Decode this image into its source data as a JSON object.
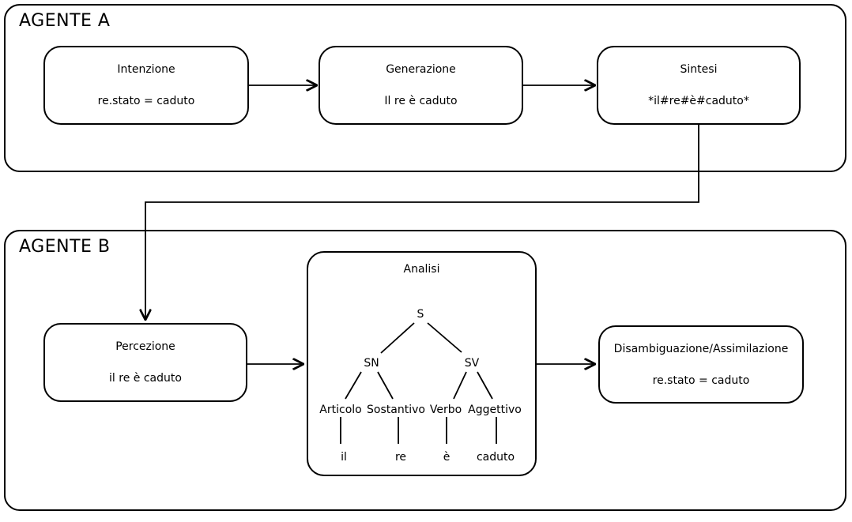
{
  "diagram": {
    "background_color": "#ffffff",
    "line_color": "#000000"
  },
  "agent_a": {
    "label": "AGENTE A",
    "intenzione": {
      "title": "Intenzione",
      "value": "re.stato = caduto"
    },
    "generazione": {
      "title": "Generazione",
      "value": "Il re è caduto"
    },
    "sintesi": {
      "title": "Sintesi",
      "value": "*il#re#è#caduto*"
    }
  },
  "agent_b": {
    "label": "AGENTE B",
    "percezione": {
      "title": "Percezione",
      "value": "il re è caduto"
    },
    "analisi": {
      "title": "Analisi",
      "tree": {
        "root": "S",
        "noun_phrase": "SN",
        "verb_phrase": "SV",
        "categories": [
          "Articolo",
          "Sostantivo",
          "Verbo",
          "Aggettivo"
        ],
        "words": [
          "il",
          "re",
          "è",
          "caduto"
        ]
      }
    },
    "disambiguazione": {
      "title": "Disambiguazione/Assimilazione",
      "value": "re.stato = caduto"
    }
  }
}
